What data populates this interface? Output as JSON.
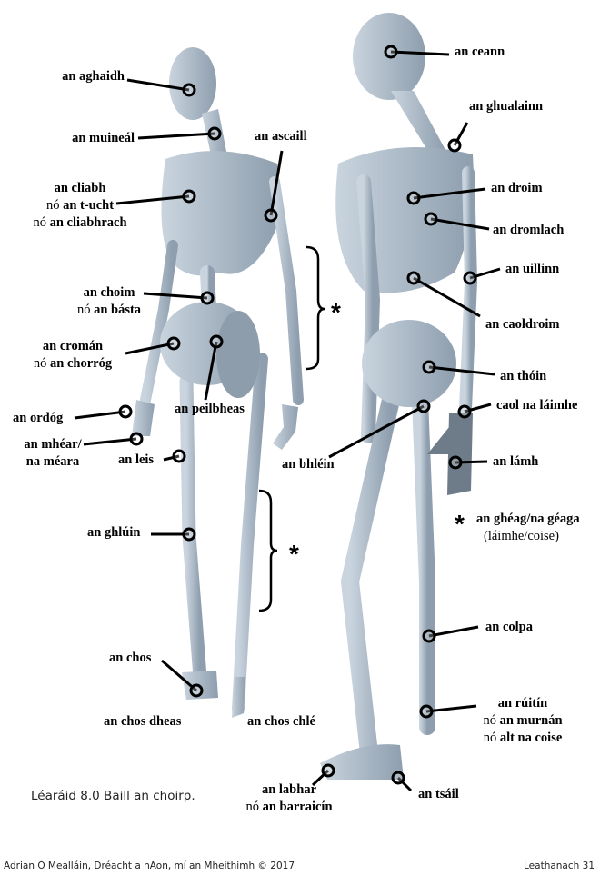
{
  "labels": [
    {
      "id": "aghaidh",
      "lines": [
        {
          "pre": "",
          "text": "an aghaidh"
        }
      ]
    },
    {
      "id": "muineal",
      "lines": [
        {
          "pre": "",
          "text": "an muineál"
        }
      ]
    },
    {
      "id": "cliabh",
      "lines": [
        {
          "pre": "",
          "text": "an cliabh"
        },
        {
          "pre": "nó ",
          "text": "an t-ucht"
        },
        {
          "pre": "nó ",
          "text": "an cliabhrach"
        }
      ]
    },
    {
      "id": "ascaill",
      "lines": [
        {
          "pre": "",
          "text": "an ascaill"
        }
      ]
    },
    {
      "id": "choim",
      "lines": [
        {
          "pre": "",
          "text": "an choim"
        },
        {
          "pre": "nó ",
          "text": "an básta"
        }
      ]
    },
    {
      "id": "croman",
      "lines": [
        {
          "pre": "",
          "text": "an cromán"
        },
        {
          "pre": "nó ",
          "text": "an chorróg"
        }
      ]
    },
    {
      "id": "peilbheas",
      "lines": [
        {
          "pre": "",
          "text": "an peilbheas"
        }
      ]
    },
    {
      "id": "ordog",
      "lines": [
        {
          "pre": "",
          "text": "an ordóg"
        }
      ]
    },
    {
      "id": "mhear",
      "lines": [
        {
          "pre": "",
          "text": "an mhéar/"
        },
        {
          "pre": "",
          "text": "na méara"
        }
      ]
    },
    {
      "id": "leis",
      "lines": [
        {
          "pre": "",
          "text": "an leis"
        }
      ]
    },
    {
      "id": "ghluin",
      "lines": [
        {
          "pre": "",
          "text": "an ghlúin"
        }
      ]
    },
    {
      "id": "chos",
      "lines": [
        {
          "pre": "",
          "text": "an chos"
        }
      ]
    },
    {
      "id": "chos-dheas",
      "lines": [
        {
          "pre": "",
          "text": "an chos dheas"
        }
      ]
    },
    {
      "id": "chos-chle",
      "lines": [
        {
          "pre": "",
          "text": "an chos chlé"
        }
      ]
    },
    {
      "id": "ceann",
      "lines": [
        {
          "pre": "",
          "text": "an ceann"
        }
      ]
    },
    {
      "id": "ghualainn",
      "lines": [
        {
          "pre": "",
          "text": "an ghualainn"
        }
      ]
    },
    {
      "id": "droim",
      "lines": [
        {
          "pre": "",
          "text": "an droim"
        }
      ]
    },
    {
      "id": "dromlach",
      "lines": [
        {
          "pre": "",
          "text": "an dromlach"
        }
      ]
    },
    {
      "id": "uillinn",
      "lines": [
        {
          "pre": "",
          "text": "an uillinn"
        }
      ]
    },
    {
      "id": "caoldroim",
      "lines": [
        {
          "pre": "",
          "text": "an caoldroim"
        }
      ]
    },
    {
      "id": "thoin",
      "lines": [
        {
          "pre": "",
          "text": "an thóin"
        }
      ]
    },
    {
      "id": "caol-laimhe",
      "lines": [
        {
          "pre": "",
          "text": "caol na láimhe"
        }
      ]
    },
    {
      "id": "lamh",
      "lines": [
        {
          "pre": "",
          "text": "an lámh"
        }
      ]
    },
    {
      "id": "bhlein",
      "lines": [
        {
          "pre": "",
          "text": "an bhléin"
        }
      ]
    },
    {
      "id": "colpa",
      "lines": [
        {
          "pre": "",
          "text": "an colpa"
        }
      ]
    },
    {
      "id": "ruitin",
      "lines": [
        {
          "pre": "",
          "text": "an rúitín"
        },
        {
          "pre": "nó ",
          "text": "an murnán"
        },
        {
          "pre": "nó ",
          "text": "alt na coise"
        }
      ]
    },
    {
      "id": "labhar",
      "lines": [
        {
          "pre": "",
          "text": "an labhar"
        },
        {
          "pre": "nó ",
          "text": "an barraicín"
        }
      ]
    },
    {
      "id": "tsail",
      "lines": [
        {
          "pre": "",
          "text": "an tsáil"
        }
      ]
    }
  ],
  "legend": {
    "symbol": "*",
    "term": "an ghéag/na géaga",
    "sub": "(láimhe/coise)"
  },
  "caption": "Léaráid 8.0 Baill an choirp.",
  "footer": {
    "left": "Adrian Ó Mealláin, Dréacht a hAon, mí an Mheithimh © 2017",
    "right": "Leathanach 31"
  },
  "colors": {
    "body": "#b3c2cf",
    "shade": "#8797a6",
    "hand_dark": "#6e7c89"
  }
}
